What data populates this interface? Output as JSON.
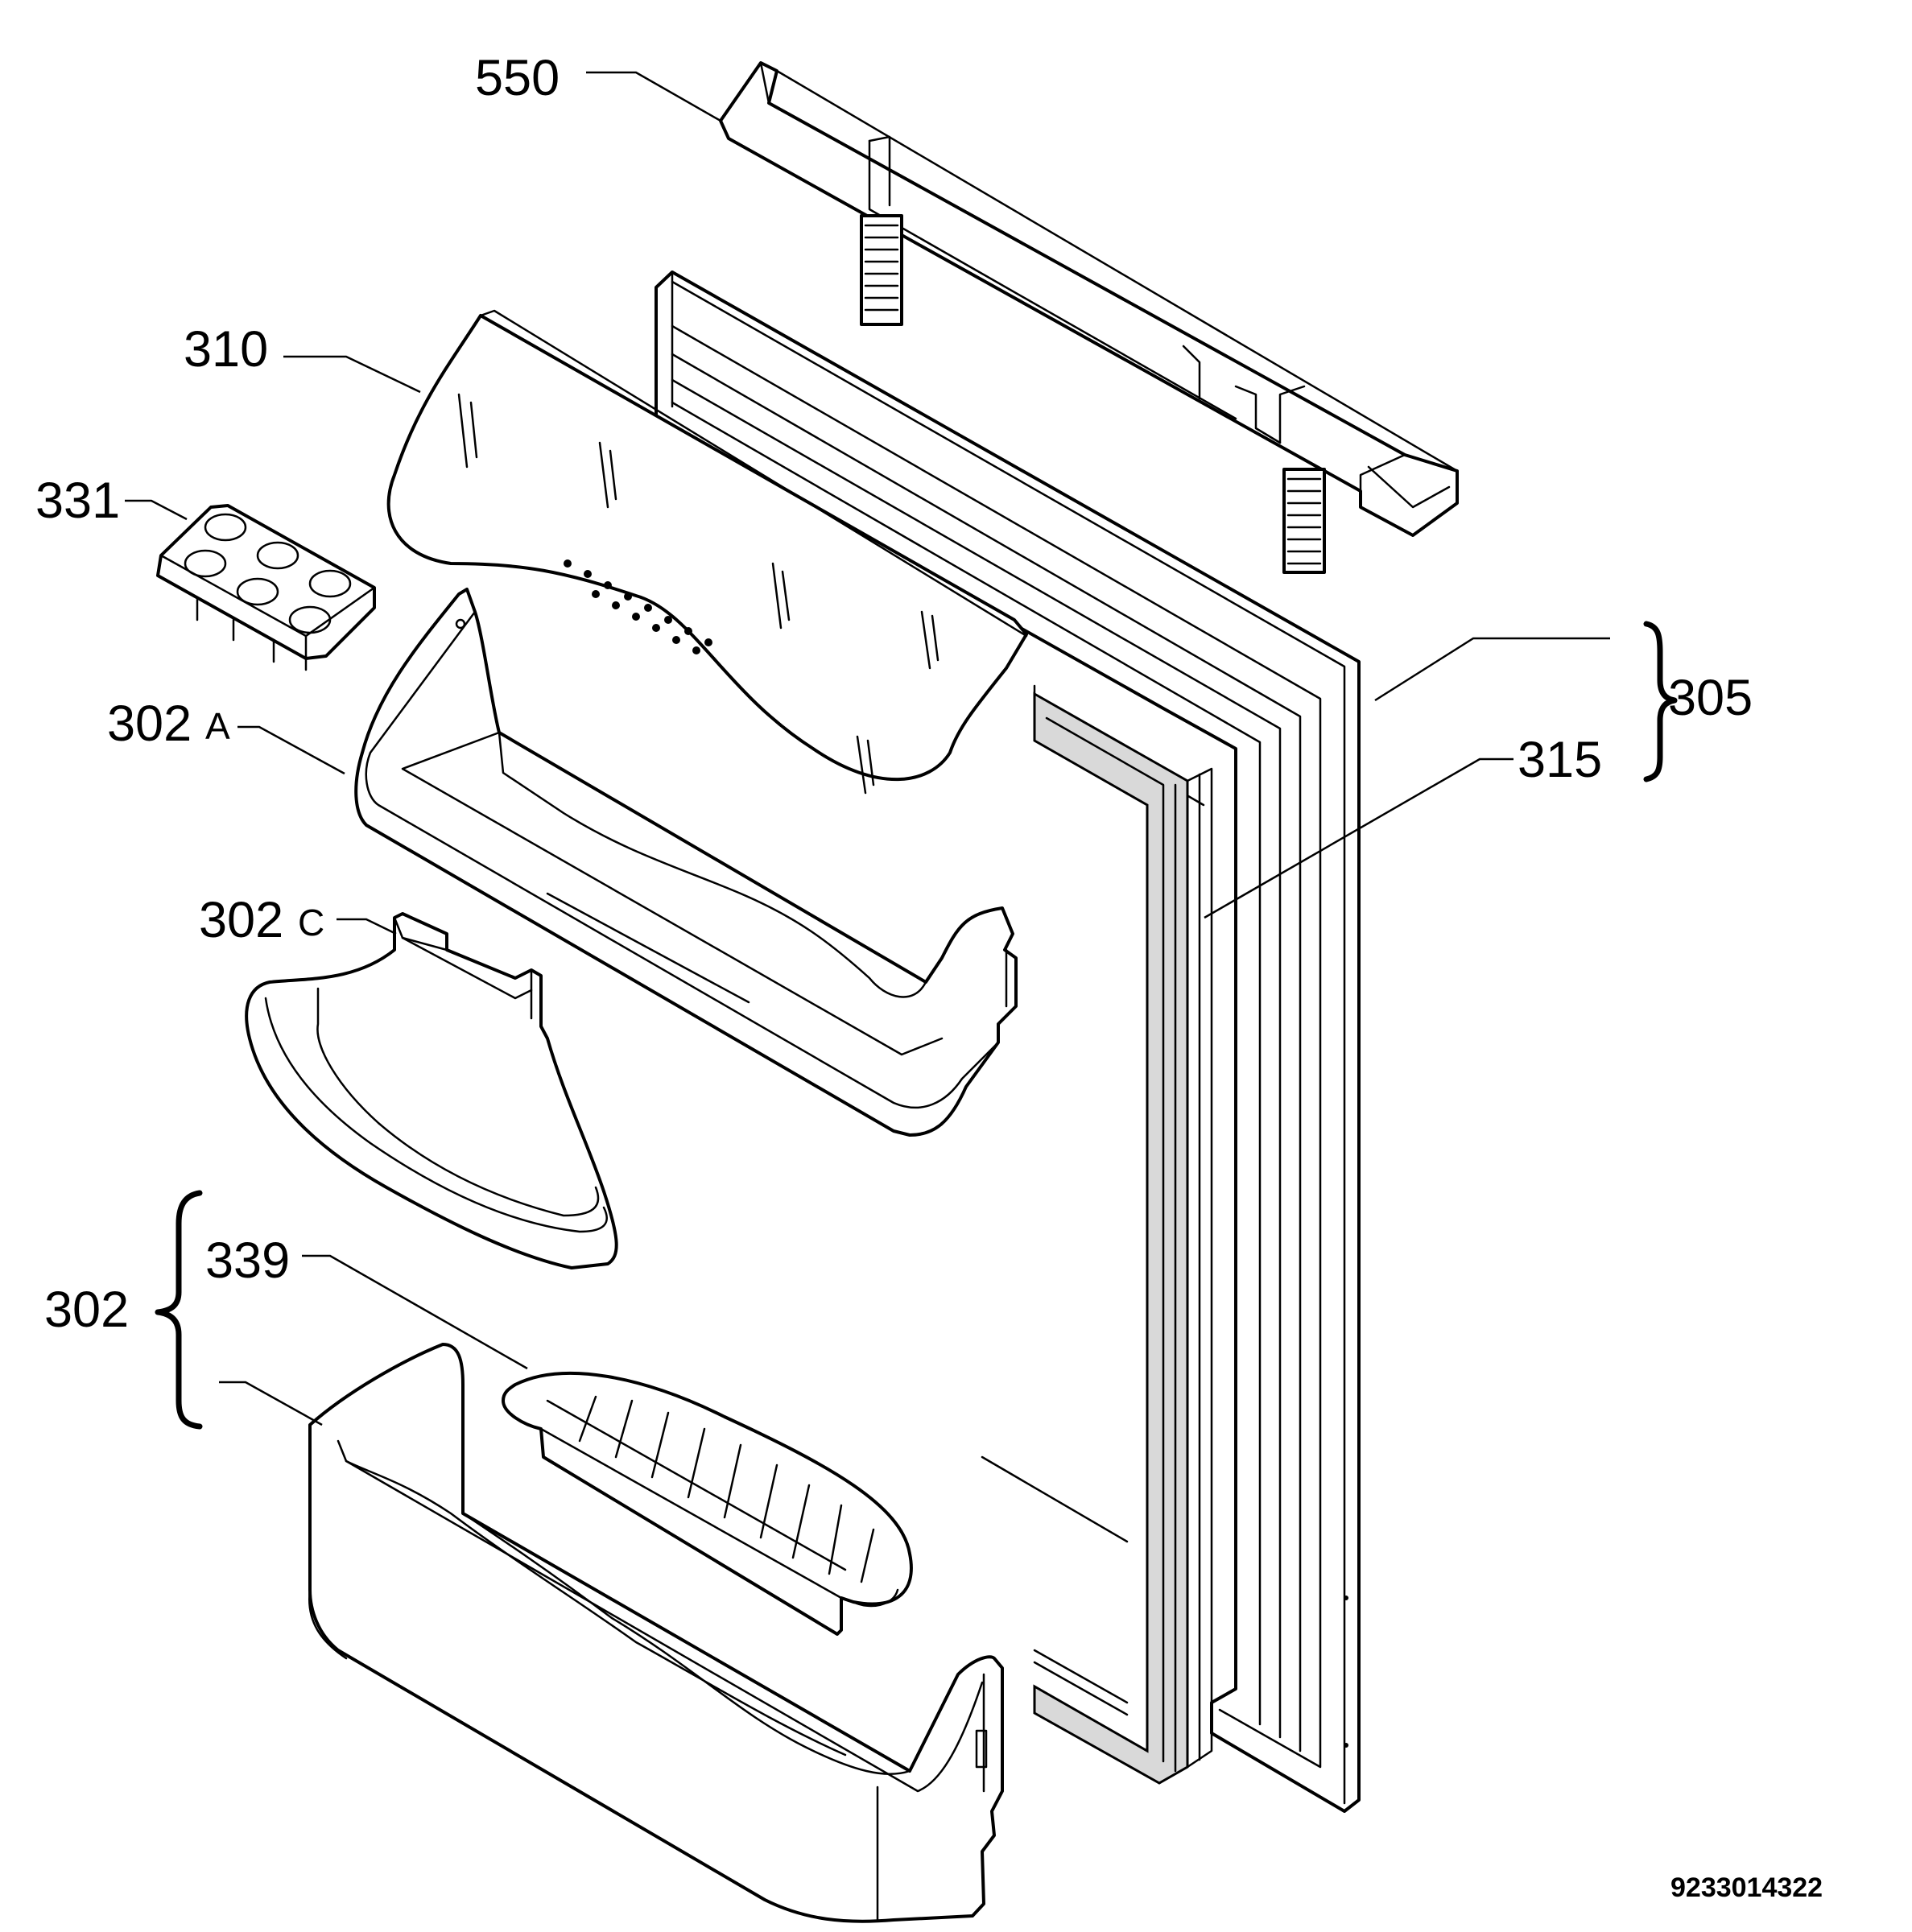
{
  "diagram": {
    "labels": {
      "p550": "550",
      "p310": "310",
      "p331": "331",
      "p302a_num": "302",
      "p302a_suffix": "A",
      "p302c_num": "302",
      "p302c_suffix": "C",
      "p339": "339",
      "p302": "302",
      "p305": "305",
      "p315": "315"
    },
    "reference_number": "9233014322"
  }
}
